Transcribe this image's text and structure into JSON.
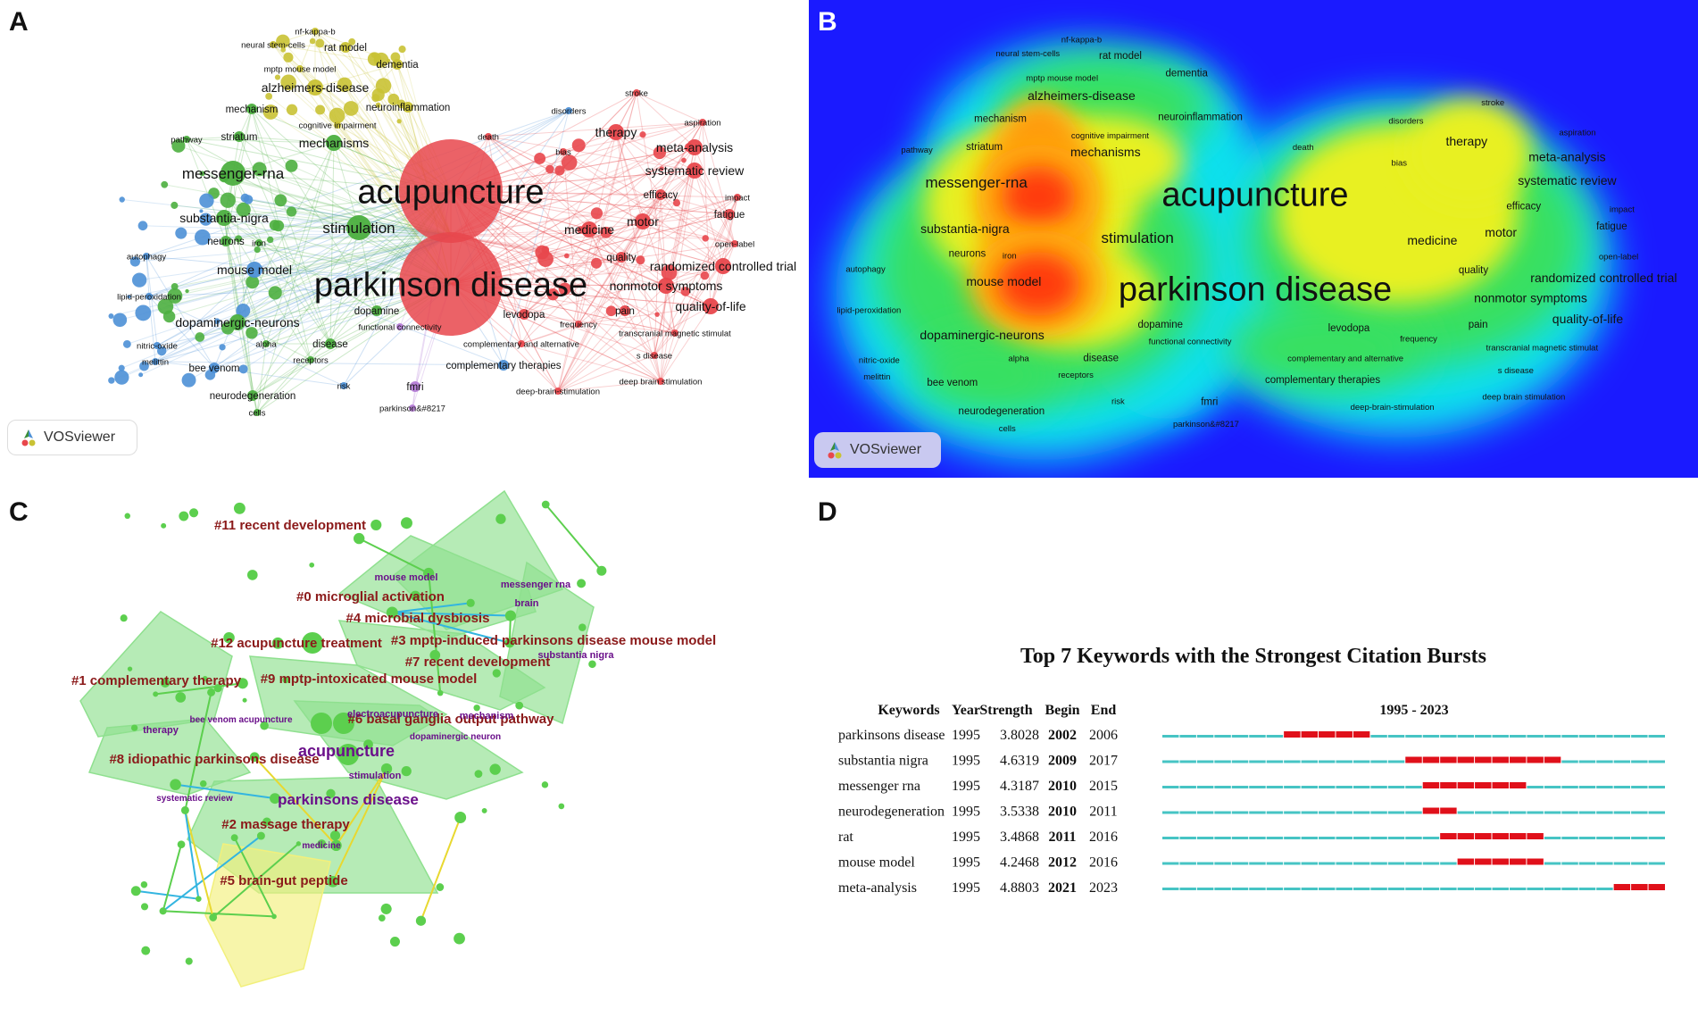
{
  "panel_labels": {
    "a": "A",
    "b": "B",
    "c": "C",
    "d": "D"
  },
  "vosviewer_label": "VOSviewer",
  "colors": {
    "red_cluster": "#e8474c",
    "green_cluster": "#4caf3f",
    "blue_cluster": "#4d90d6",
    "yellow_cluster": "#c9c234",
    "purple_cluster": "#b57cd6",
    "burst_red": "#e0101a",
    "burst_teal": "#46c4c4",
    "cluster_label": "#8b1a1a",
    "keyword_label": "#6a0f8a"
  },
  "network_terms": [
    {
      "term": "acupuncture",
      "cluster": "red",
      "size": "xl"
    },
    {
      "term": "parkinson disease",
      "cluster": "red",
      "size": "xl"
    },
    {
      "term": "therapy",
      "cluster": "red",
      "size": "m"
    },
    {
      "term": "meta-analysis",
      "cluster": "red",
      "size": "m"
    },
    {
      "term": "systematic review",
      "cluster": "red",
      "size": "m"
    },
    {
      "term": "efficacy",
      "cluster": "red",
      "size": "s"
    },
    {
      "term": "impact",
      "cluster": "red",
      "size": "xs"
    },
    {
      "term": "fatigue",
      "cluster": "red",
      "size": "s"
    },
    {
      "term": "motor",
      "cluster": "red",
      "size": "m"
    },
    {
      "term": "medicine",
      "cluster": "red",
      "size": "m"
    },
    {
      "term": "open-label",
      "cluster": "red",
      "size": "xs"
    },
    {
      "term": "quality",
      "cluster": "red",
      "size": "s"
    },
    {
      "term": "randomized controlled trial",
      "cluster": "red",
      "size": "m"
    },
    {
      "term": "nonmotor symptoms",
      "cluster": "red",
      "size": "m"
    },
    {
      "term": "quality-of-life",
      "cluster": "red",
      "size": "m"
    },
    {
      "term": "pain",
      "cluster": "red",
      "size": "s"
    },
    {
      "term": "frequency",
      "cluster": "red",
      "size": "xs"
    },
    {
      "term": "levodopa",
      "cluster": "red",
      "size": "s"
    },
    {
      "term": "transcranial magnetic stimulat",
      "cluster": "red",
      "size": "xs"
    },
    {
      "term": "s disease",
      "cluster": "red",
      "size": "xs"
    },
    {
      "term": "deep brain stimulation",
      "cluster": "red",
      "size": "xs"
    },
    {
      "term": "deep-brain-stimulation",
      "cluster": "red",
      "size": "xs"
    },
    {
      "term": "complementary and alternative",
      "cluster": "red",
      "size": "xs"
    },
    {
      "term": "complementary therapies",
      "cluster": "blue",
      "size": "s"
    },
    {
      "term": "stroke",
      "cluster": "red",
      "size": "xs"
    },
    {
      "term": "aspiration",
      "cluster": "red",
      "size": "xs"
    },
    {
      "term": "disorders",
      "cluster": "blue",
      "size": "xs"
    },
    {
      "term": "bias",
      "cluster": "red",
      "size": "xs"
    },
    {
      "term": "death",
      "cluster": "red",
      "size": "xs"
    },
    {
      "term": "nf-kappa-b",
      "cluster": "yellow",
      "size": "xs"
    },
    {
      "term": "neural stem-cells",
      "cluster": "yellow",
      "size": "xs"
    },
    {
      "term": "rat model",
      "cluster": "yellow",
      "size": "s"
    },
    {
      "term": "dementia",
      "cluster": "yellow",
      "size": "s"
    },
    {
      "term": "mptp mouse model",
      "cluster": "yellow",
      "size": "xs"
    },
    {
      "term": "alzheimers-disease",
      "cluster": "yellow",
      "size": "m"
    },
    {
      "term": "neuroinflammation",
      "cluster": "yellow",
      "size": "s"
    },
    {
      "term": "cognitive impairment",
      "cluster": "yellow",
      "size": "xs"
    },
    {
      "term": "mechanism",
      "cluster": "green",
      "size": "s"
    },
    {
      "term": "pathway",
      "cluster": "green",
      "size": "xs"
    },
    {
      "term": "striatum",
      "cluster": "green",
      "size": "s"
    },
    {
      "term": "mechanisms",
      "cluster": "green",
      "size": "m"
    },
    {
      "term": "messenger-rna",
      "cluster": "green",
      "size": "l"
    },
    {
      "term": "substantia-nigra",
      "cluster": "green",
      "size": "m"
    },
    {
      "term": "stimulation",
      "cluster": "green",
      "size": "l"
    },
    {
      "term": "neurons",
      "cluster": "green",
      "size": "s"
    },
    {
      "term": "iron",
      "cluster": "green",
      "size": "xs"
    },
    {
      "term": "autophagy",
      "cluster": "blue",
      "size": "xs"
    },
    {
      "term": "mouse model",
      "cluster": "blue",
      "size": "m"
    },
    {
      "term": "lipid-peroxidation",
      "cluster": "blue",
      "size": "xs"
    },
    {
      "term": "dopaminergic-neurons",
      "cluster": "green",
      "size": "m"
    },
    {
      "term": "dopamine",
      "cluster": "green",
      "size": "s"
    },
    {
      "term": "functional connectivity",
      "cluster": "purple",
      "size": "xs"
    },
    {
      "term": "nitric-oxide",
      "cluster": "blue",
      "size": "xs"
    },
    {
      "term": "alpha",
      "cluster": "green",
      "size": "xs"
    },
    {
      "term": "disease",
      "cluster": "green",
      "size": "s"
    },
    {
      "term": "melittin",
      "cluster": "blue",
      "size": "xs"
    },
    {
      "term": "receptors",
      "cluster": "green",
      "size": "xs"
    },
    {
      "term": "bee venom",
      "cluster": "blue",
      "size": "s"
    },
    {
      "term": "neurodegeneration",
      "cluster": "green",
      "size": "s"
    },
    {
      "term": "cells",
      "cluster": "green",
      "size": "xs"
    },
    {
      "term": "risk",
      "cluster": "blue",
      "size": "xs"
    },
    {
      "term": "fmri",
      "cluster": "purple",
      "size": "s"
    },
    {
      "term": "parkinson&#8217",
      "cluster": "purple",
      "size": "xs"
    }
  ],
  "cluster_labels": [
    "#11 recent development",
    "#0 microglial activation",
    "#4 microbial dysbiosis",
    "#12 acupuncture treatment",
    "#3 mptp-induced parkinsons disease mouse model",
    "#7 recent development",
    "#1 complementary therapy",
    "#9 mptp-intoxicated mouse model",
    "#6 basal ganglia output pathway",
    "#8 idiopathic parkinsons disease",
    "#2 massage therapy",
    "#5 brain-gut peptide"
  ],
  "cluster_keywords": [
    "mouse model",
    "messenger rna",
    "brain",
    "substantia nigra",
    "electroacupuncture",
    "mechanism",
    "therapy",
    "bee venom acupuncture",
    "acupuncture",
    "dopaminergic neuron",
    "stimulation",
    "systematic review",
    "parkinsons disease",
    "medicine"
  ],
  "burst": {
    "title": "Top 7 Keywords with the Strongest Citation Bursts",
    "headers": {
      "keywords": "Keywords",
      "year": "Year",
      "strength": "Strength",
      "begin": "Begin",
      "end": "End",
      "range": "1995 - 2023"
    },
    "range_start": 1995,
    "range_end": 2023,
    "rows": [
      {
        "keyword": "parkinsons disease",
        "year": "1995",
        "strength": "3.8028",
        "begin": "2002",
        "end": "2006"
      },
      {
        "keyword": "substantia nigra",
        "year": "1995",
        "strength": "4.6319",
        "begin": "2009",
        "end": "2017"
      },
      {
        "keyword": "messenger rna",
        "year": "1995",
        "strength": "4.3187",
        "begin": "2010",
        "end": "2015"
      },
      {
        "keyword": "neurodegeneration",
        "year": "1995",
        "strength": "3.5338",
        "begin": "2010",
        "end": "2011"
      },
      {
        "keyword": "rat",
        "year": "1995",
        "strength": "3.4868",
        "begin": "2011",
        "end": "2016"
      },
      {
        "keyword": "mouse model",
        "year": "1995",
        "strength": "4.2468",
        "begin": "2012",
        "end": "2016"
      },
      {
        "keyword": "meta-analysis",
        "year": "1995",
        "strength": "4.8803",
        "begin": "2021",
        "end": "2023"
      }
    ]
  }
}
